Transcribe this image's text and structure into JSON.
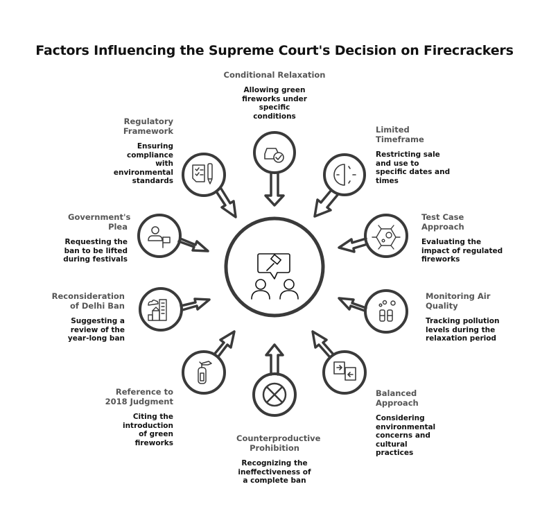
{
  "title": "Factors Influencing the Supreme Court's Decision on Firecrackers",
  "colors": {
    "stroke": "#3a3a3a",
    "heading": "#555555",
    "text": "#111111",
    "background": "#ffffff"
  },
  "center": {
    "icon": "court-hearing-gavel-icon"
  },
  "factors": [
    {
      "heading": "Conditional Relaxation",
      "description": "Allowing green fireworks under specific conditions",
      "icon": "car-check-icon"
    },
    {
      "heading": "Limited Timeframe",
      "description": "Restricting sale and use to specific dates and times",
      "icon": "half-clock-icon"
    },
    {
      "heading": "Test Case Approach",
      "description": "Evaluating the impact of regulated fireworks",
      "icon": "hexagon-molecule-icon"
    },
    {
      "heading": "Monitoring Air Quality",
      "description": "Tracking pollution levels during the relaxation period",
      "icon": "air-quality-sensors-icon"
    },
    {
      "heading": "Balanced Approach",
      "description": "Considering environmental concerns and cultural practices",
      "icon": "exchange-documents-icon"
    },
    {
      "heading": "Counterproductive Prohibition",
      "description": "Recognizing the ineffectiveness of a complete ban",
      "icon": "x-circle-icon"
    },
    {
      "heading": "Reference to 2018 Judgment",
      "description": "Citing the introduction of green fireworks",
      "icon": "fire-extinguisher-icon"
    },
    {
      "heading": "Reconsideration of Delhi Ban",
      "description": "Suggesting a review of the year-long ban",
      "icon": "city-buildings-icon"
    },
    {
      "heading": "Government's Plea",
      "description": "Requesting the ban to be lifted during festivals",
      "icon": "person-flag-icon"
    },
    {
      "heading": "Regulatory Framework",
      "description": "Ensuring compliance with environmental standards",
      "icon": "checklist-pen-icon"
    }
  ]
}
